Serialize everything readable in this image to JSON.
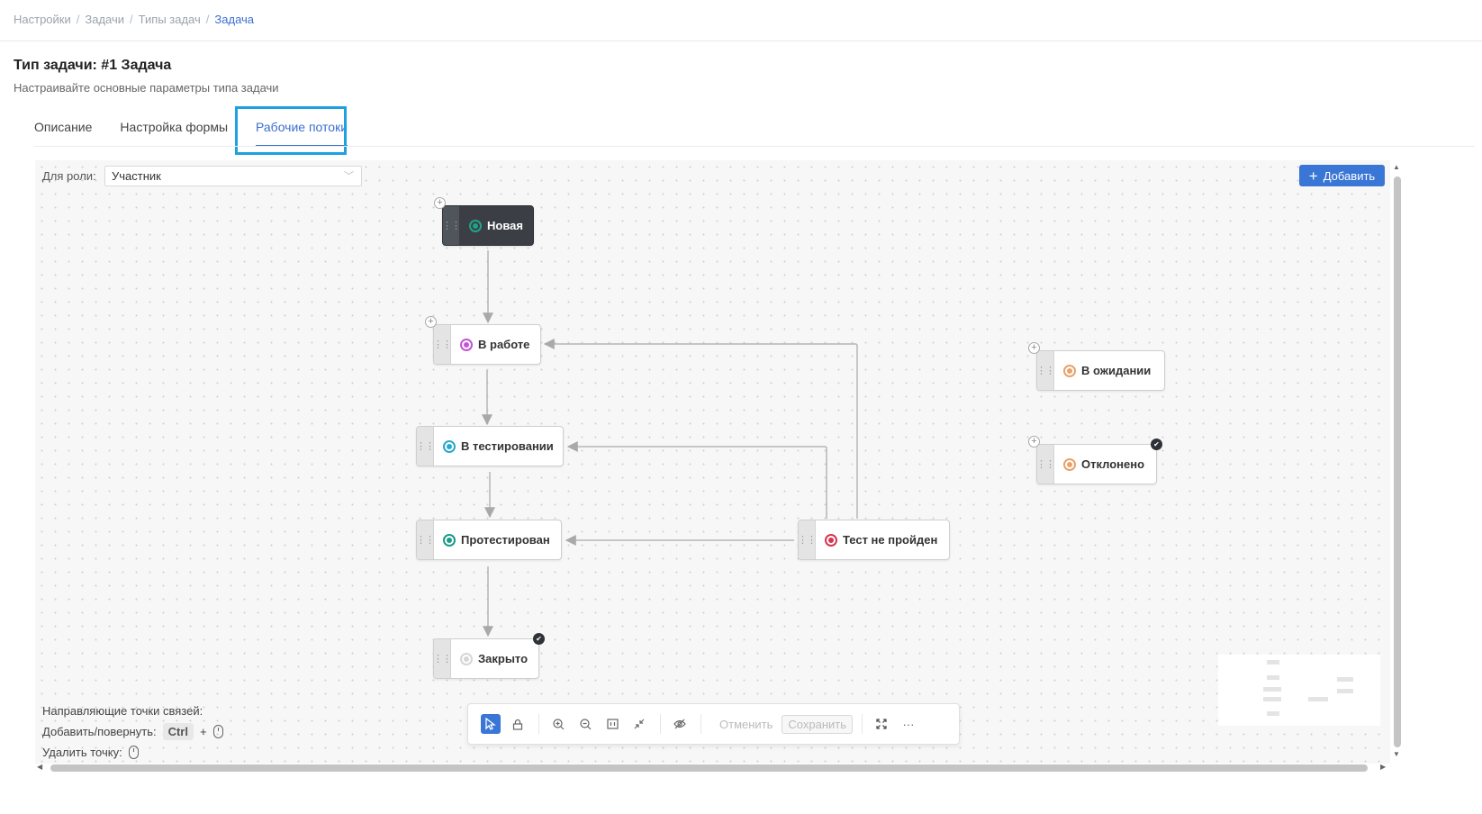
{
  "breadcrumb": {
    "items": [
      "Настройки",
      "Задачи",
      "Типы задач",
      "Задача"
    ],
    "separator": "/"
  },
  "header": {
    "title": "Тип задачи: #1 Задача",
    "subtitle": "Настраивайте основные параметры типа задачи"
  },
  "tabs": [
    {
      "label": "Описание",
      "active": false
    },
    {
      "label": "Настройка формы",
      "active": false
    },
    {
      "label": "Рабочие потоки",
      "active": true
    }
  ],
  "workflow": {
    "role_label": "Для роли:",
    "role_value": "Участник",
    "add_button": "Добавить",
    "statuses": [
      {
        "id": "new",
        "label": "Новая",
        "color": "#1fa38a",
        "dark": true,
        "icon": "status-dot-icon"
      },
      {
        "id": "in_progress",
        "label": "В работе",
        "color": "#c454d6",
        "dark": false,
        "icon": "status-dot-icon"
      },
      {
        "id": "testing",
        "label": "В тестировании",
        "color": "#28a9c9",
        "dark": false,
        "icon": "status-dot-icon"
      },
      {
        "id": "tested",
        "label": "Протестирован",
        "color": "#1c9a8a",
        "dark": false,
        "icon": "status-dot-icon"
      },
      {
        "id": "closed",
        "label": "Закрыто",
        "color": "#d6d6d6",
        "dark": false,
        "final": true,
        "icon": "status-dot-icon"
      },
      {
        "id": "test_failed",
        "label": "Тест не пройден",
        "color": "#d4364f",
        "dark": false,
        "icon": "status-dot-icon"
      },
      {
        "id": "waiting",
        "label": "В ожидании",
        "color": "#e9a26a",
        "dark": false,
        "icon": "status-dot-icon"
      },
      {
        "id": "rejected",
        "label": "Отклонено",
        "color": "#e9a26a",
        "dark": false,
        "final": true,
        "icon": "status-dot-icon"
      }
    ],
    "transitions": [
      [
        "new",
        "in_progress"
      ],
      [
        "in_progress",
        "testing"
      ],
      [
        "testing",
        "tested"
      ],
      [
        "tested",
        "closed"
      ],
      [
        "test_failed",
        "in_progress"
      ],
      [
        "test_failed",
        "testing"
      ],
      [
        "test_failed",
        "tested"
      ]
    ]
  },
  "hints": {
    "title": "Направляющие точки связей:",
    "add_rotate": "Добавить/повернуть:",
    "ctrl": "Ctrl",
    "plus": "+",
    "delete_point": "Удалить точку:"
  },
  "toolbar": {
    "undo": "Отменить",
    "save": "Сохранить",
    "more": "···"
  },
  "colors": {
    "accent": "#3a76d6",
    "tab_focus": "#1da1e0"
  }
}
